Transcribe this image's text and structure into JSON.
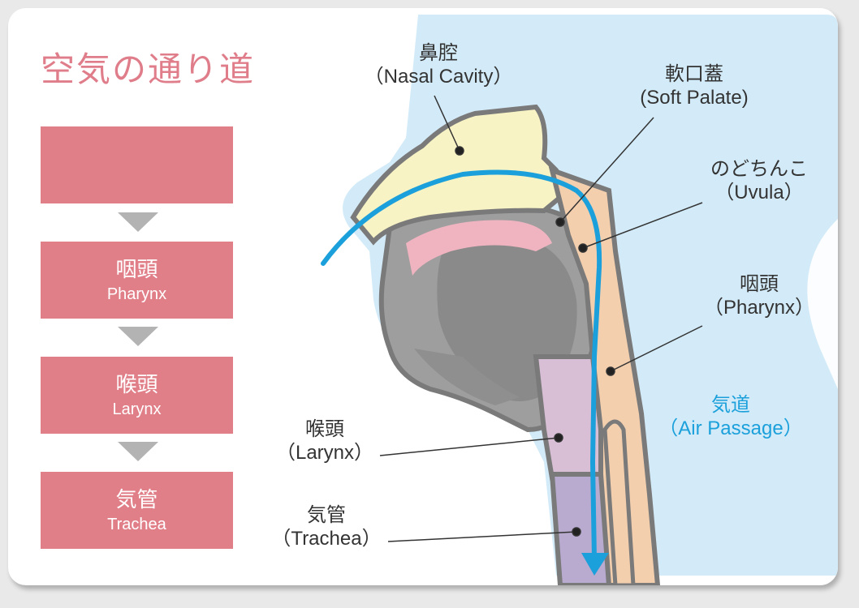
{
  "title": "空気の通り道",
  "flow": {
    "step1": {
      "jp": "",
      "en": ""
    },
    "step2": {
      "jp": "咽頭",
      "en": "Pharynx"
    },
    "step3": {
      "jp": "喉頭",
      "en": "Larynx"
    },
    "step4": {
      "jp": "気管",
      "en": "Trachea"
    }
  },
  "labels": {
    "nasal_cavity": {
      "jp": "鼻腔",
      "en": "（Nasal Cavity）"
    },
    "soft_palate": {
      "jp": "軟口蓋",
      "en": "(Soft Palate)"
    },
    "uvula": {
      "jp": "のどちんこ",
      "en": "（Uvula）"
    },
    "pharynx": {
      "jp": "咽頭",
      "en": "（Pharynx）"
    },
    "air_passage": {
      "jp": "気道",
      "en": "（Air Passage）"
    },
    "larynx": {
      "jp": "喉頭",
      "en": "（Larynx）"
    },
    "trachea": {
      "jp": "気管",
      "en": "（Trachea）"
    }
  },
  "colors": {
    "title": "#e07d8a",
    "step_fill": "#e17f89",
    "arrow_grey": "#b3b3b3",
    "air_path": "#1ba0db",
    "nasal_cavity": "#f8f3c4",
    "pharynx": "#f4cfae",
    "larynx": "#d8bfd6",
    "trachea": "#b9aacf",
    "skin_bg": "#d3ebf8"
  }
}
